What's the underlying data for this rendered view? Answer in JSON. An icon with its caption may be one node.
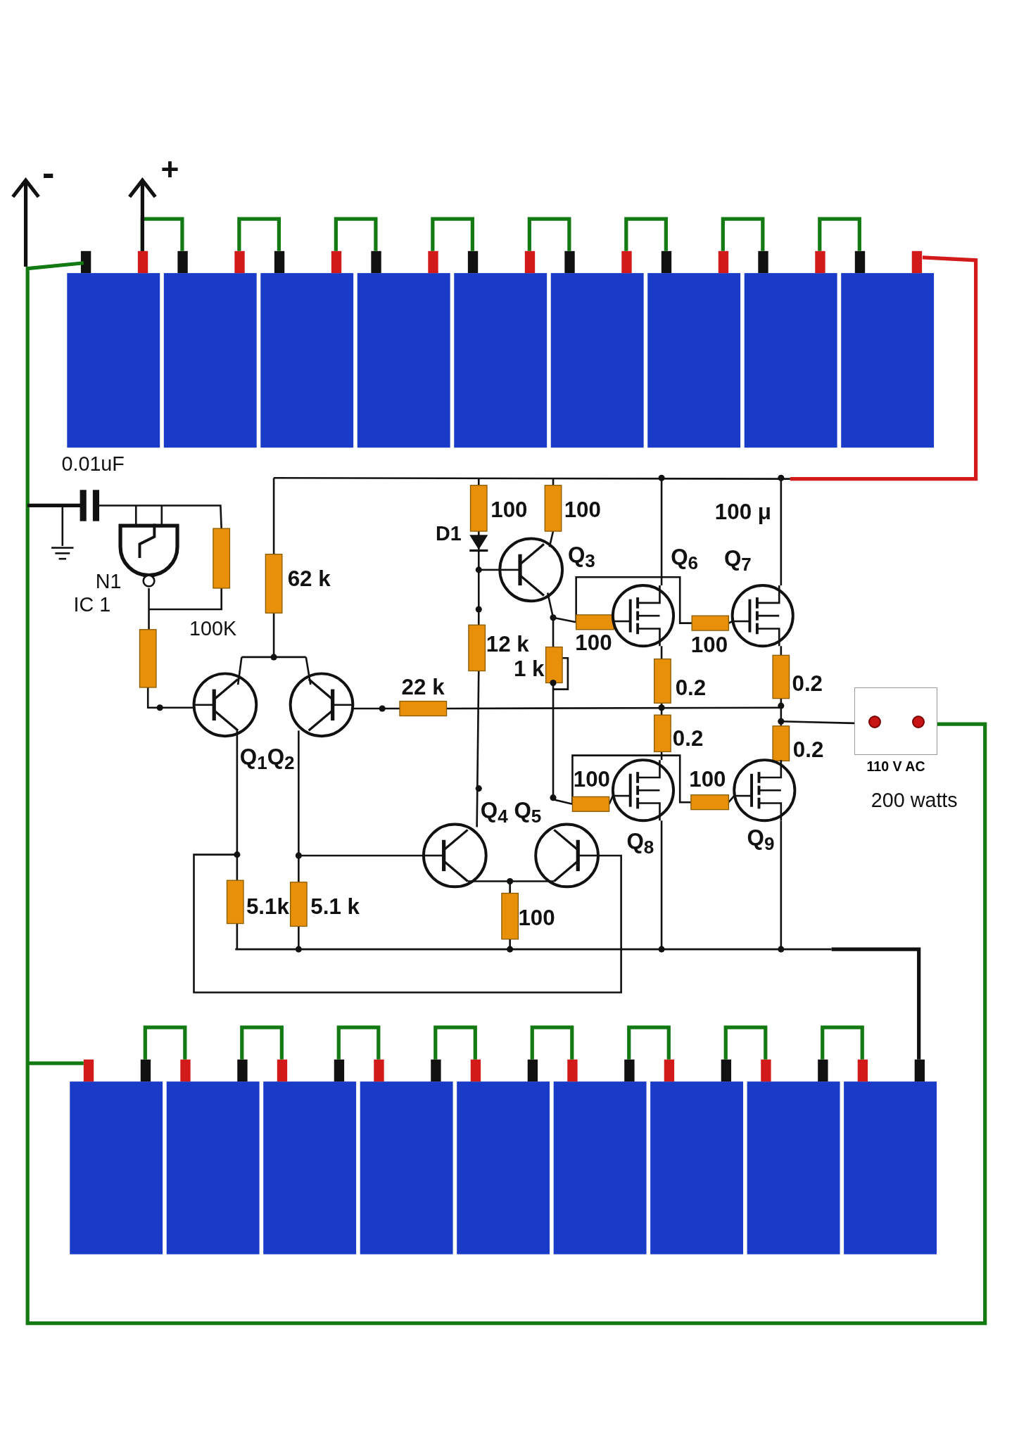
{
  "diagram": {
    "nodes": [
      {
        "text": [
          "110 V AC"
        ],
        "beside": [
          "200 watts"
        ]
      }
    ],
    "labels": [
      "-",
      "+",
      "0.01uF",
      "100",
      "100",
      "100 μ",
      "D1",
      "Q$_{3}$",
      "Q$_{6}$",
      "Q$_{7}$",
      "N1",
      "62 k",
      "IC 1",
      "100K",
      "12 k",
      "100",
      "100",
      "1 k",
      "22 k",
      "0.2",
      "0.2",
      "0.2",
      "0.2",
      "Q$_{1}$Q$_{2}$",
      "100",
      "100",
      "Q$_{4}$ Q$_{5}$",
      "Q$_{8}$",
      "Q$_{9}$",
      "5.1k",
      "5.1 k",
      "100"
    ]
  }
}
